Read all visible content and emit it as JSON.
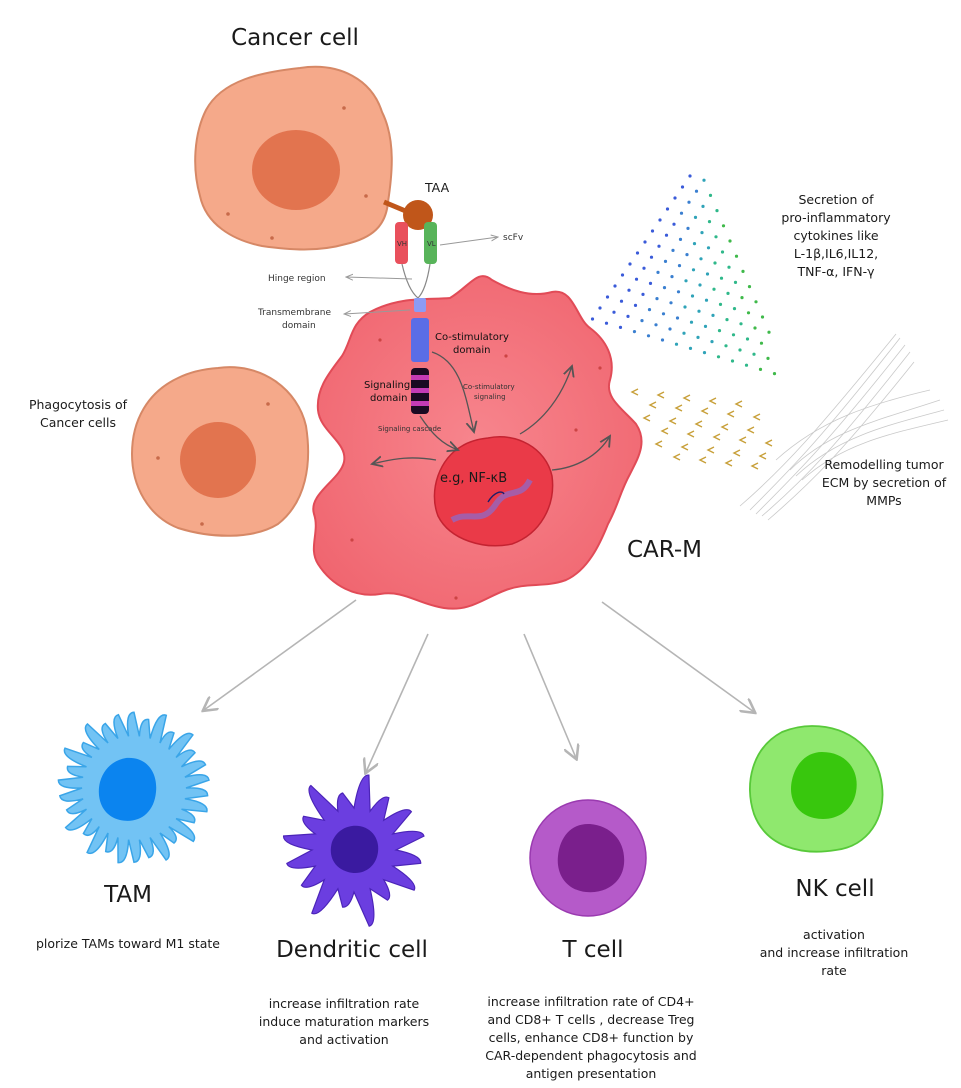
{
  "labels": {
    "cancer_cell": "Cancer cell",
    "taa": "TAA",
    "scfv": "scFv",
    "vh": "VH",
    "vl": "VL",
    "hinge": "Hinge region",
    "transmembrane_line1": "Transmembrane",
    "transmembrane_line2": "domain",
    "costim_line1": "Co-stimulatory",
    "costim_line2": "domain",
    "signaling_line1": "Signaling",
    "signaling_line2": "domain",
    "costim_signaling_line1": "Co-stimulatory",
    "costim_signaling_line2": "signaling",
    "signaling_cascade": "Signaling cascade",
    "nfkb": "e.g, NF-κB",
    "car_m": "CAR-M",
    "phago_line1": "Phagocytosis of",
    "phago_line2": "Cancer cells",
    "secretion_lines": [
      "Secretion of",
      "pro-inflammatory",
      "cytokines like",
      "L-1β,IL6,IL12,",
      "TNF-α, IFN-γ"
    ],
    "remodel_lines": [
      "Remodelling tumor",
      "ECM by secretion of",
      "MMPs"
    ]
  },
  "targets": {
    "tam": {
      "title": "TAM",
      "desc": [
        "plorize TAMs toward M1 state"
      ]
    },
    "dendritic": {
      "title": "Dendritic cell",
      "desc": [
        "increase infiltration rate",
        "induce maturation markers",
        "and activation"
      ]
    },
    "tcell": {
      "title": "T cell",
      "desc": [
        "increase infiltration rate of CD4+",
        "and CD8+ T cells , decrease Treg",
        "cells, enhance CD8+ function by",
        "CAR-dependent phagocytosis and",
        "antigen presentation"
      ]
    },
    "nk": {
      "title": "NK cell",
      "desc": [
        "activation",
        "and increase infiltration",
        "rate"
      ]
    }
  },
  "colors": {
    "cancer_cell": "#f5a98a",
    "cancer_nucleus": "#e2744f",
    "car_m": "#f2717a",
    "car_m_nucleus": "#ea3a48",
    "tam": "#72c3f4",
    "tam_nucleus": "#0b84ef",
    "dendritic": "#6b3ee0",
    "dendritic_nucleus": "#3a1aa0",
    "tcell": "#b55ac9",
    "tcell_nucleus": "#7a1f8c",
    "nk": "#8fe86e",
    "nk_nucleus": "#38c70d",
    "vh_chain": "#e9505c",
    "vl_chain": "#58b45a",
    "taa": "#c0561a"
  }
}
